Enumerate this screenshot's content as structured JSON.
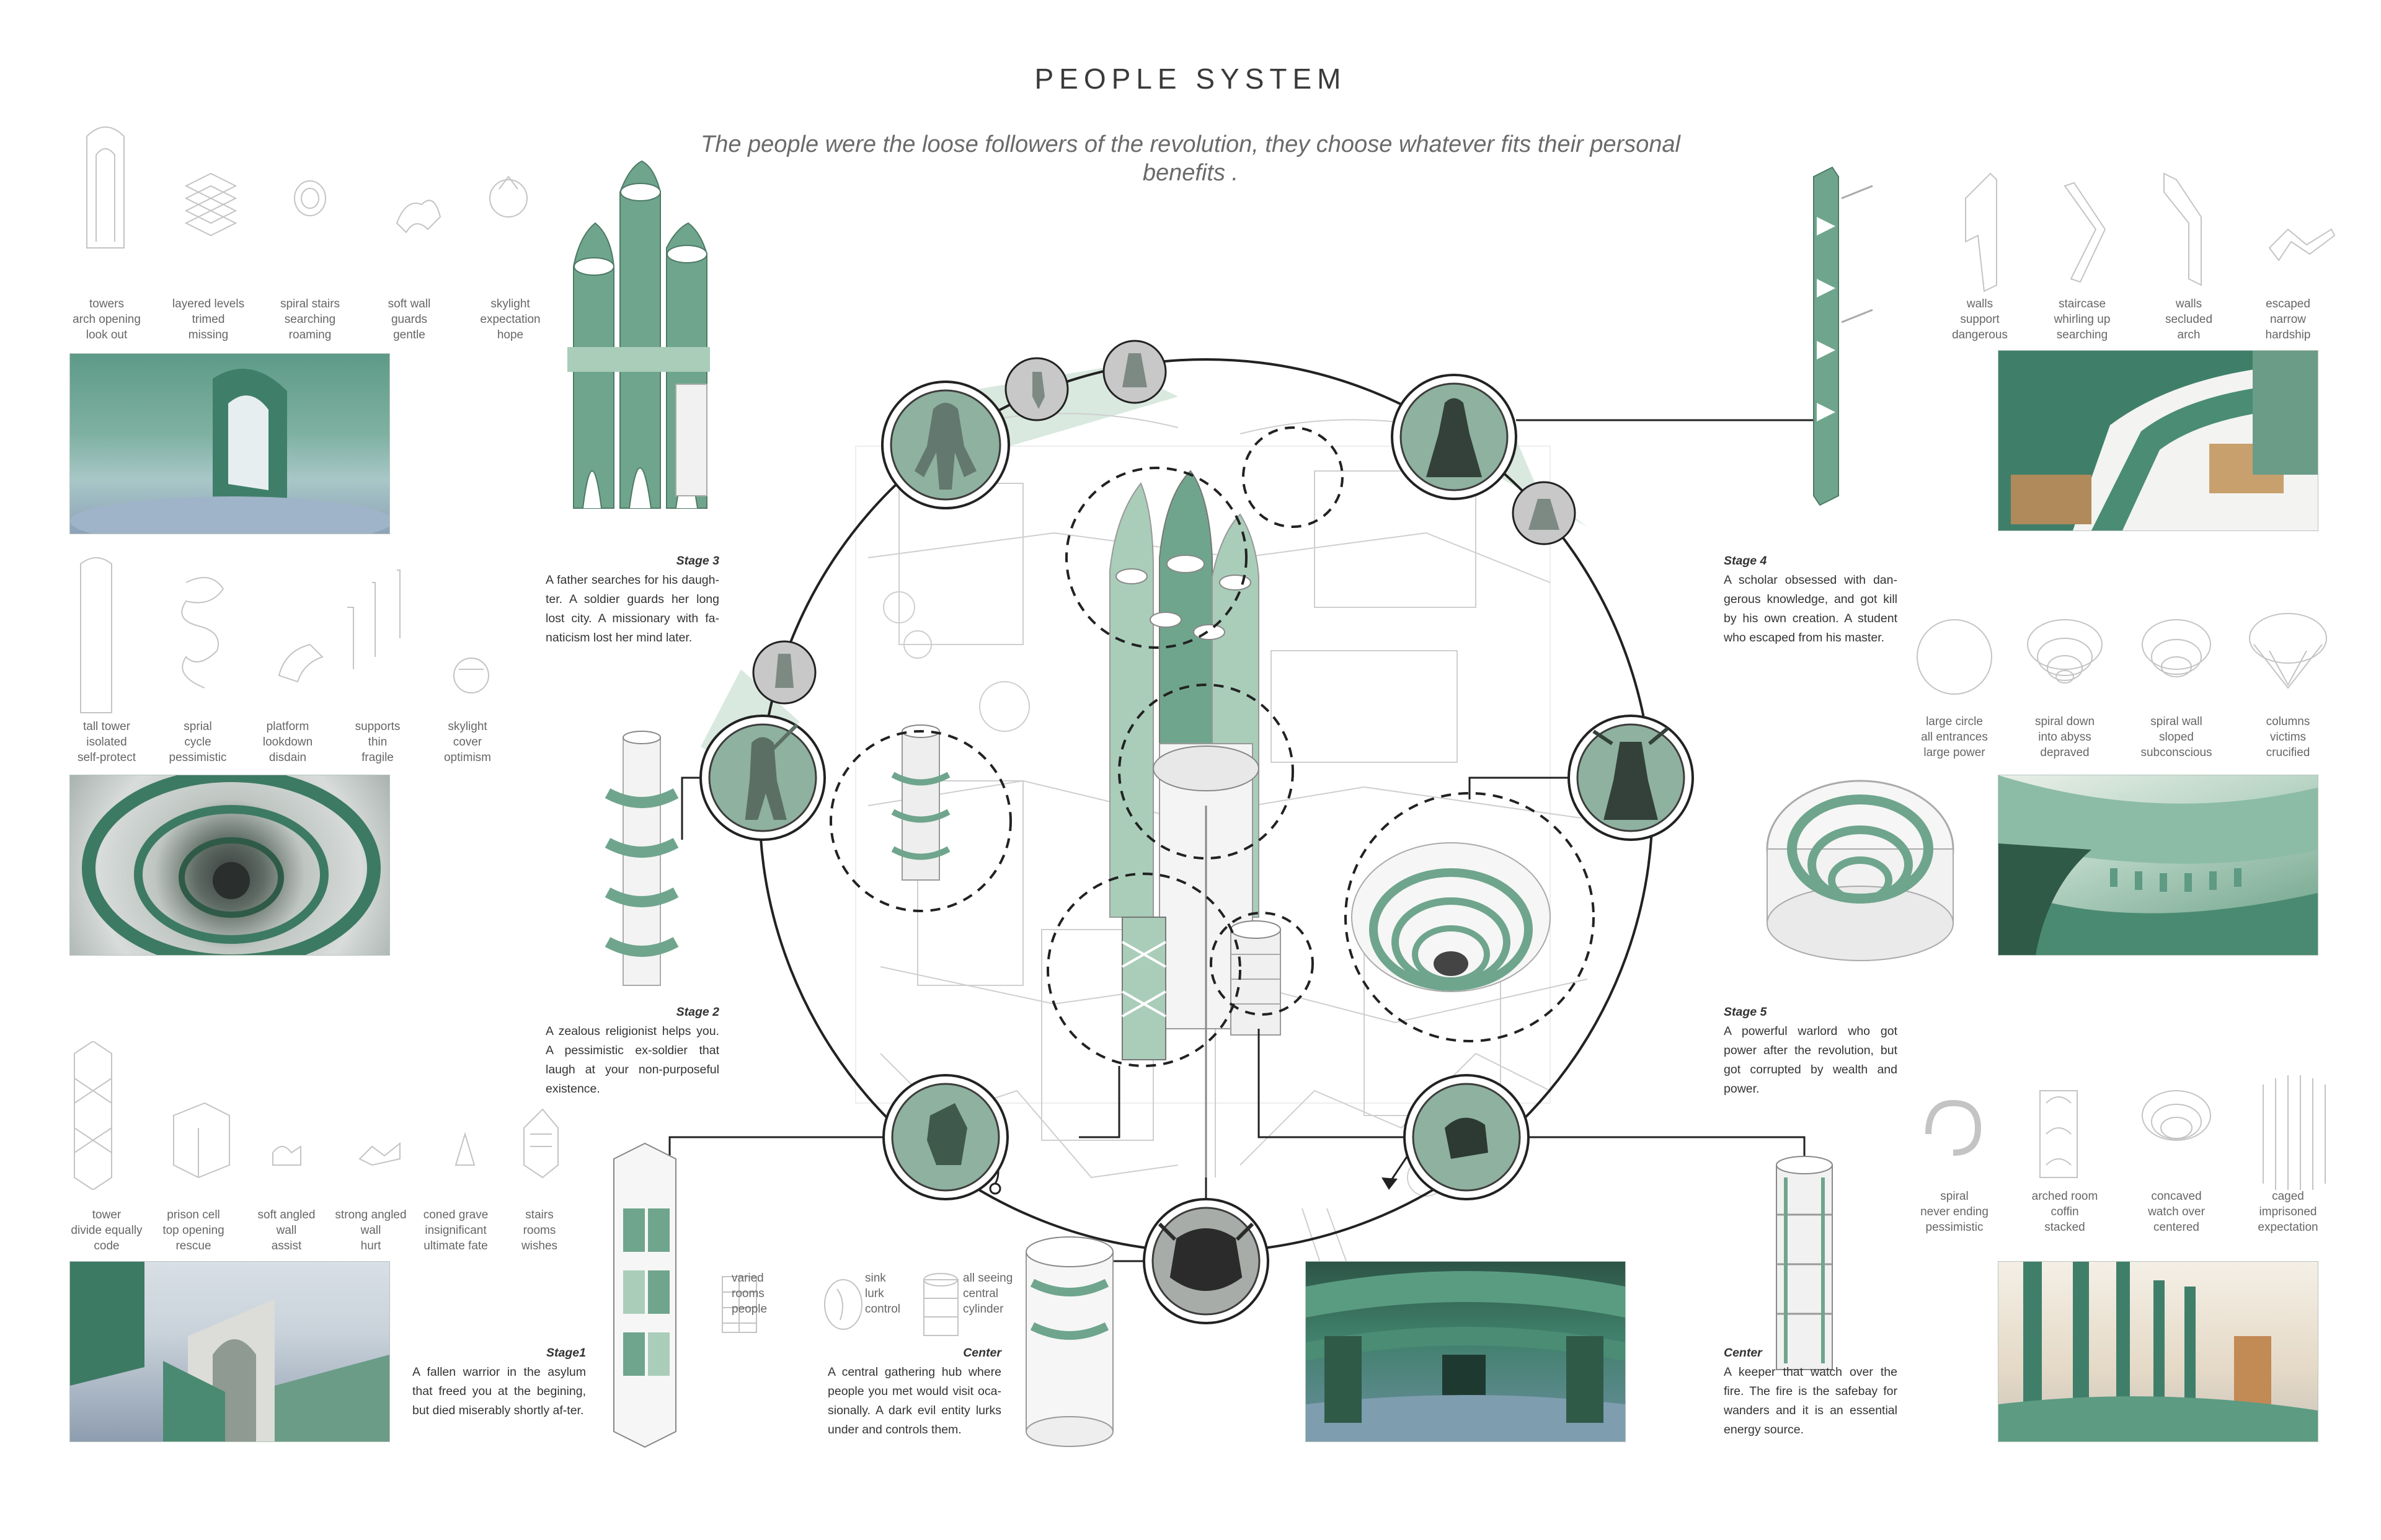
{
  "title": "PEOPLE SYSTEM",
  "subtitle": "The people were the loose followers of the revolution, they choose whatever fits their personal benefits .",
  "colors": {
    "accent": "#6fa58d",
    "light": "#a9cdb9",
    "dark": "#2f5a48",
    "line": "#222222"
  },
  "icons_left_top": [
    {
      "icon": "tower-arch-icon",
      "lines": [
        "towers",
        "arch opening",
        "look out"
      ]
    },
    {
      "icon": "layered-levels-icon",
      "lines": [
        "layered levels",
        "trimed",
        "missing"
      ]
    },
    {
      "icon": "spiral-stairs-icon",
      "lines": [
        "spiral stairs",
        "searching",
        "roaming"
      ]
    },
    {
      "icon": "soft-wall-icon",
      "lines": [
        "soft wall",
        "guards",
        "gentle"
      ]
    },
    {
      "icon": "skylight-icon",
      "lines": [
        "skylight",
        "expectation",
        "hope"
      ]
    }
  ],
  "icons_left_mid": [
    {
      "icon": "tall-tower-icon",
      "lines": [
        "tall tower",
        "isolated",
        "self-protect"
      ]
    },
    {
      "icon": "spiral-cycle-icon",
      "lines": [
        "sprial",
        "cycle",
        "pessimistic"
      ]
    },
    {
      "icon": "platform-icon",
      "lines": [
        "platform",
        "lookdown",
        "disdain"
      ]
    },
    {
      "icon": "supports-icon",
      "lines": [
        "supports",
        "thin",
        "fragile"
      ]
    },
    {
      "icon": "skylight-cover-icon",
      "lines": [
        "skylight",
        "cover",
        "optimism"
      ]
    }
  ],
  "icons_left_bottom": [
    {
      "icon": "tower-divide-icon",
      "lines": [
        "tower",
        "divide equally",
        "code"
      ]
    },
    {
      "icon": "prison-cell-icon",
      "lines": [
        "prison cell",
        "top opening",
        "rescue"
      ]
    },
    {
      "icon": "soft-angled-wall-icon",
      "lines": [
        "soft angled",
        "wall",
        "assist"
      ]
    },
    {
      "icon": "strong-angled-wall-icon",
      "lines": [
        "strong angled",
        "wall",
        "hurt"
      ]
    },
    {
      "icon": "coned-grave-icon",
      "lines": [
        "coned grave",
        "insignificant",
        "ultimate fate"
      ]
    },
    {
      "icon": "stairs-rooms-icon",
      "lines": [
        "stairs",
        "rooms",
        "wishes"
      ]
    }
  ],
  "icons_right_top": [
    {
      "icon": "walls-support-icon",
      "lines": [
        "walls",
        "support",
        "dangerous"
      ]
    },
    {
      "icon": "staircase-icon",
      "lines": [
        "staircase",
        "whirling up",
        "searching"
      ]
    },
    {
      "icon": "walls-secluded-icon",
      "lines": [
        "walls",
        "secluded",
        "arch"
      ]
    },
    {
      "icon": "escaped-icon",
      "lines": [
        "escaped",
        "narrow",
        "hardship"
      ]
    }
  ],
  "icons_right_mid": [
    {
      "icon": "large-circle-icon",
      "lines": [
        "large circle",
        "all entrances",
        "large power"
      ]
    },
    {
      "icon": "spiral-down-icon",
      "lines": [
        "spiral down",
        "into abyss",
        "depraved"
      ]
    },
    {
      "icon": "spiral-wall-icon",
      "lines": [
        "spiral wall",
        "sloped",
        "subconscious"
      ]
    },
    {
      "icon": "columns-icon",
      "lines": [
        "columns",
        "victims",
        "crucified"
      ]
    }
  ],
  "icons_right_bottom": [
    {
      "icon": "spiral-never-ending-icon",
      "lines": [
        "spiral",
        "never ending",
        "pessimistic"
      ]
    },
    {
      "icon": "arched-room-icon",
      "lines": [
        "arched room",
        "coffin",
        "stacked"
      ]
    },
    {
      "icon": "concaved-icon",
      "lines": [
        "concaved",
        "watch over",
        "centered"
      ]
    },
    {
      "icon": "caged-icon",
      "lines": [
        "caged",
        "imprisoned",
        "expectation"
      ]
    }
  ],
  "icons_center_bottom": [
    {
      "icon": "varied-rooms-icon",
      "lines": [
        "varied",
        "rooms",
        "people"
      ]
    },
    {
      "icon": "sink-icon",
      "lines": [
        "sink",
        "lurk",
        "control"
      ]
    },
    {
      "icon": "all-seeing-cylinder-icon",
      "lines": [
        "all seeing",
        "central",
        "cylinder"
      ]
    }
  ],
  "stages": {
    "stage3": {
      "heading": "Stage 3",
      "text": "A father searches for his daugh-ter.  A soldier guards her long lost city. A missionary with fa-naticism lost her mind later."
    },
    "stage4": {
      "heading": "Stage 4",
      "text": "A scholar obsessed with dan-gerous knowledge, and got kill by his own creation. A student who escaped from his master."
    },
    "stage2": {
      "heading": "Stage 2",
      "text": "A zealous religionist helps you. A pessimistic ex-soldier that laugh at your non-purposeful existence."
    },
    "stage5": {
      "heading": "Stage 5",
      "text": "A powerful warlord who got power after the revolution, but got corrupted by wealth and power."
    },
    "stage1": {
      "heading": "Stage1",
      "text": "A fallen warrior in the asylum that freed you at the begining, but died miserably shortly af-ter."
    },
    "center_left": {
      "heading": "Center",
      "text": "A central gathering hub where people you met would visit oca-sionally. A dark evil entity lurks under and controls them."
    },
    "center_right": {
      "heading": "Center",
      "text": "A keeper that watch over the fire. The fire is the safebay for wanders and it is an essential energy source."
    }
  }
}
